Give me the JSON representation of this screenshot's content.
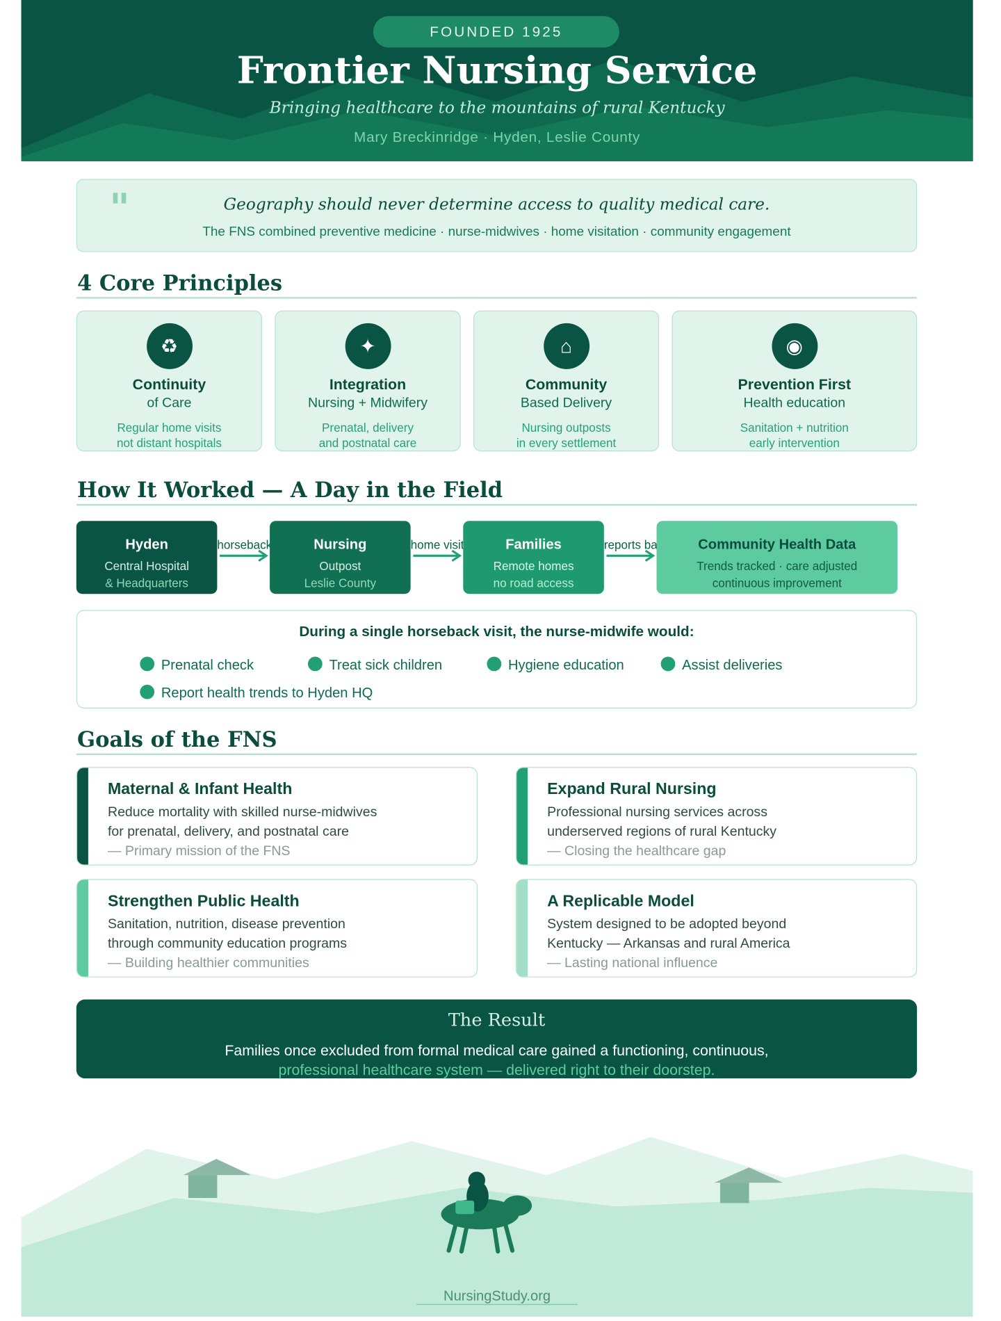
{
  "header": {
    "badge": "FOUNDED 1925",
    "title": "Frontier Nursing Service",
    "subtitle": "Bringing healthcare to the mountains of rural Kentucky",
    "byline": "Mary Breckinridge · Hyden, Leslie County"
  },
  "quote": {
    "mark": "\"",
    "text": "Geography should never determine access to quality medical care.",
    "subtext": "The FNS combined preventive medicine · nurse-midwives · home visitation · community engagement"
  },
  "principles": {
    "heading": "4 Core Principles",
    "items": [
      {
        "icon": "recycle-icon",
        "glyph": "♻",
        "title": "Continuity",
        "subtitle": "of Care",
        "desc1": "Regular home visits",
        "desc2": "not distant hospitals"
      },
      {
        "icon": "sparkle-icon",
        "glyph": "✦",
        "title": "Integration",
        "subtitle": "Nursing + Midwifery",
        "desc1": "Prenatal, delivery",
        "desc2": "and postnatal care"
      },
      {
        "icon": "house-icon",
        "glyph": "⌂",
        "title": "Community",
        "subtitle": "Based Delivery",
        "desc1": "Nursing outposts",
        "desc2": "in every settlement"
      },
      {
        "icon": "target-icon",
        "glyph": "◉",
        "title": "Prevention First",
        "subtitle": "Health education",
        "desc1": "Sanitation + nutrition",
        "desc2": "early intervention"
      }
    ]
  },
  "flow": {
    "heading": "How It Worked — A Day in the Field",
    "steps": [
      {
        "title": "Hyden",
        "line1": "Central Hospital",
        "line2": "& Headquarters"
      },
      {
        "title": "Nursing",
        "line1": "Outpost",
        "line2": "Leslie County"
      },
      {
        "title": "Families",
        "line1": "Remote homes",
        "line2": "no road access"
      },
      {
        "title": "Community Health Data",
        "line1": "Trends tracked · care adjusted",
        "line2": "continuous improvement"
      }
    ],
    "connectors": [
      "horseback",
      "home visits",
      "reports back"
    ]
  },
  "visit": {
    "heading": "During a single horseback visit, the nurse-midwife would:",
    "items": [
      "Prenatal check",
      "Treat sick children",
      "Hygiene education",
      "Assist deliveries",
      "Report health trends to Hyden HQ"
    ]
  },
  "goals": {
    "heading": "Goals of the FNS",
    "items": [
      {
        "title": "Maternal & Infant Health",
        "line1": "Reduce mortality with skilled nurse-midwives",
        "line2": "for prenatal, delivery, and postnatal care",
        "note": "— Primary mission of the FNS",
        "color": "#0a5443"
      },
      {
        "title": "Expand Rural Nursing",
        "line1": "Professional nursing services across",
        "line2": "underserved regions of rural Kentucky",
        "note": "— Closing the healthcare gap",
        "color": "#21a074"
      },
      {
        "title": "Strengthen Public Health",
        "line1": "Sanitation, nutrition, disease prevention",
        "line2": "through community education programs",
        "note": "— Building healthier communities",
        "color": "#5dcaa0"
      },
      {
        "title": "A Replicable Model",
        "line1": "System designed to be adopted beyond",
        "line2": "Kentucky — Arkansas and rural America",
        "note": "— Lasting national influence",
        "color": "#a3dfc6"
      }
    ]
  },
  "result": {
    "heading": "The Result",
    "line1": "Families once excluded from formal medical care gained a functioning, continuous,",
    "line2": "professional healthcare system — delivered right to their doorstep."
  },
  "footer": {
    "site": "NursingStudy.org"
  }
}
